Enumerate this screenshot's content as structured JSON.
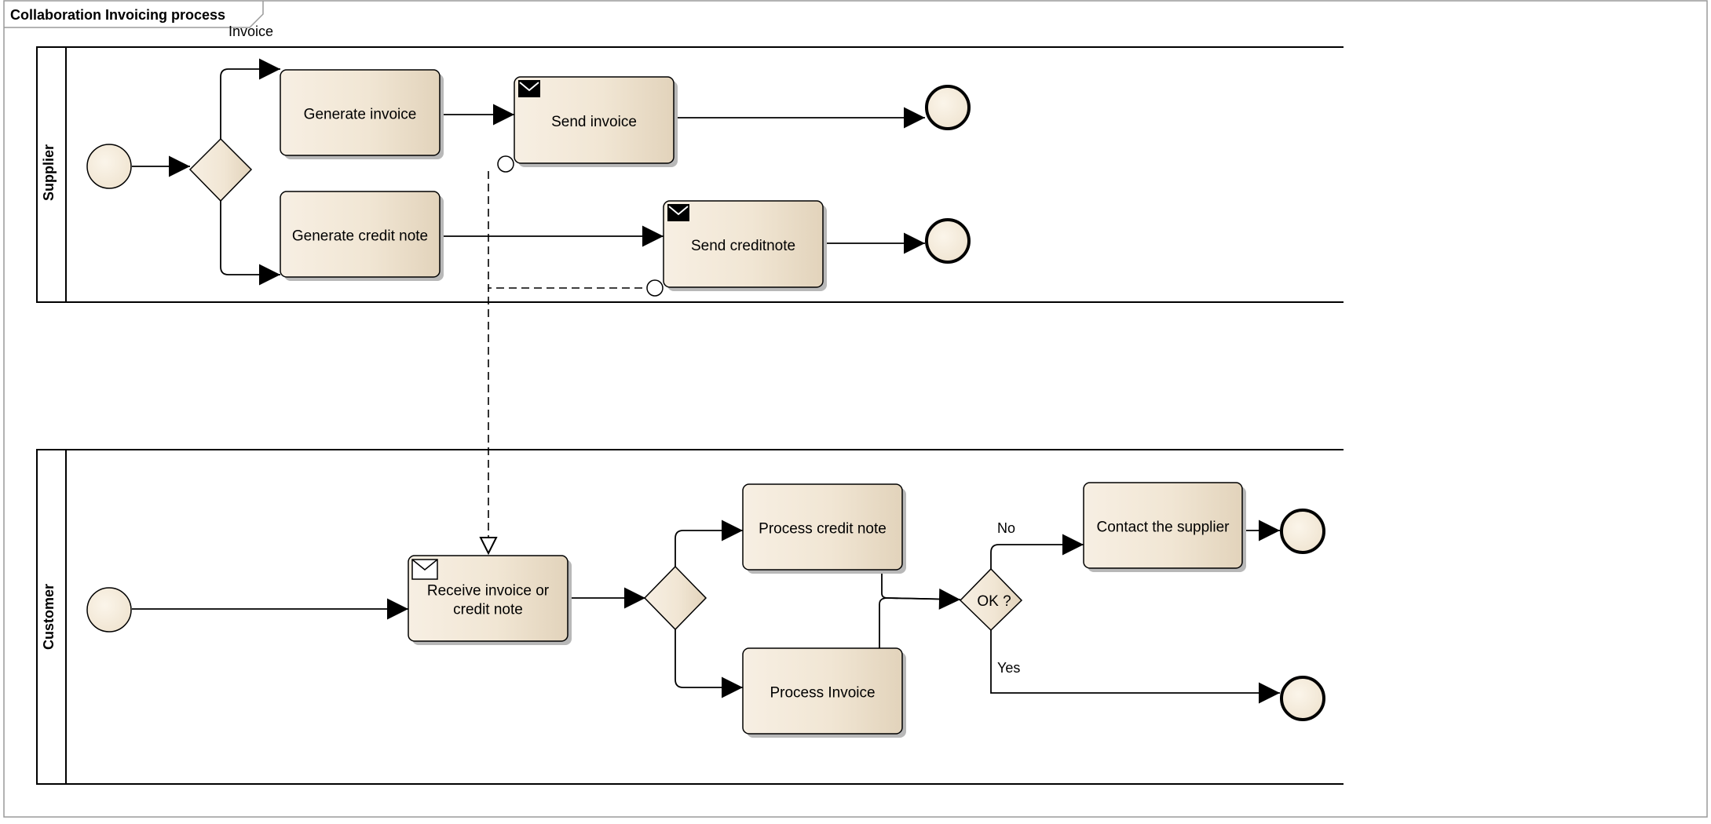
{
  "frame": {
    "title": "Collaboration Invoicing process"
  },
  "message_flow": {
    "label": "Invoice"
  },
  "pools": {
    "supplier": {
      "label": "Supplier"
    },
    "customer": {
      "label": "Customer"
    }
  },
  "tasks": {
    "generate_invoice": [
      "Generate invoice"
    ],
    "generate_credit_note": [
      "Generate credit note"
    ],
    "send_invoice": [
      "Send invoice"
    ],
    "send_creditnote": [
      "Send creditnote"
    ],
    "receive_invoice": [
      "Receive invoice or",
      "credit note"
    ],
    "process_credit_note": [
      "Process credit note"
    ],
    "process_invoice": [
      "Process Invoice"
    ],
    "contact_supplier": [
      "Contact the supplier"
    ]
  },
  "gateways": {
    "ok": "OK ?"
  },
  "flow_labels": {
    "no": "No",
    "yes": "Yes"
  },
  "colors": {
    "task_fill_start": "#f6ede0",
    "task_fill_end": "#e4d7c1",
    "shadow": "#b8b8b8",
    "stroke": "#000000",
    "frame_stroke": "#999999"
  }
}
